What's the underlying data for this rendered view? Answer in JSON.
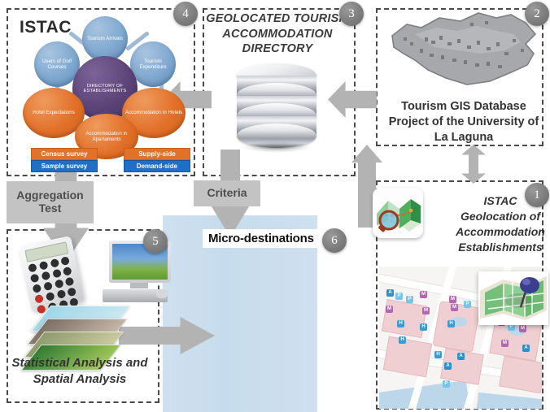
{
  "figure": {
    "title": "Geolocated Tourism Accommodation Directory workflow",
    "accent_gray": "#b3b3b3",
    "badge_color": "#7d7d7d"
  },
  "panels": {
    "istac": {
      "badge": "4",
      "title": "ISTAC",
      "nodes": [
        {
          "label": "Tourism Arrivals",
          "color": "blue"
        },
        {
          "label": "Users of Golf Courses",
          "color": "blue"
        },
        {
          "label": "Tourism Expenditure",
          "color": "blue"
        },
        {
          "label": "DIRECTORY OF ESTABLISHMENTS",
          "color": "purple"
        },
        {
          "label": "Hotel Expectations",
          "color": "orange"
        },
        {
          "label": "Accommodation in Hotels",
          "color": "orange"
        },
        {
          "label": "Accommodation in Apartaments",
          "color": "orange"
        }
      ],
      "legend": [
        {
          "label": "Census survey",
          "color": "orange"
        },
        {
          "label": "Sample survey",
          "color": "blue"
        },
        {
          "label": "Supply-side",
          "color": "orange"
        },
        {
          "label": "Demand-side",
          "color": "blue"
        }
      ]
    },
    "directory": {
      "badge": "3",
      "title_line1": "GEOLOCATED TOURISM",
      "title_line2": "ACCOMMODATION",
      "title_line3": "DIRECTORY",
      "icon": "database-cylinder-icon"
    },
    "gis": {
      "badge": "2",
      "caption_line1": "Tourism GIS Database",
      "caption_line2": "Project of the University of",
      "caption_line3": "La Laguna",
      "icon": "island-map-icon"
    },
    "geolocation": {
      "badge": "1",
      "caption_line1": "ISTAC",
      "caption_line2": "Geolocation of",
      "caption_line3": "Accommodation",
      "caption_line4": "Establishments",
      "icon": "map-magnifier-icon",
      "street_map_icon": "street-map-icon",
      "pin_icon": "map-pin-icon"
    },
    "analysis": {
      "badge": "5",
      "caption_line1": "Statistical Analysis and",
      "caption_line2": "Spatial Analysis",
      "icons": [
        "calculator-icon",
        "desktop-computer-icon",
        "map-layers-icon"
      ]
    },
    "microdestinations": {
      "badge": "6",
      "title": "Micro-destinations",
      "icon": "region-map-icon",
      "region_colors": [
        "#e9b53a",
        "#3eb6e8",
        "#e8332c",
        "#2f3f9e",
        "#a9d99a"
      ]
    }
  },
  "arrows": {
    "aggregation": {
      "line1": "Aggregation",
      "line2": "Test"
    },
    "criteria": {
      "line1": "Criteria"
    }
  }
}
